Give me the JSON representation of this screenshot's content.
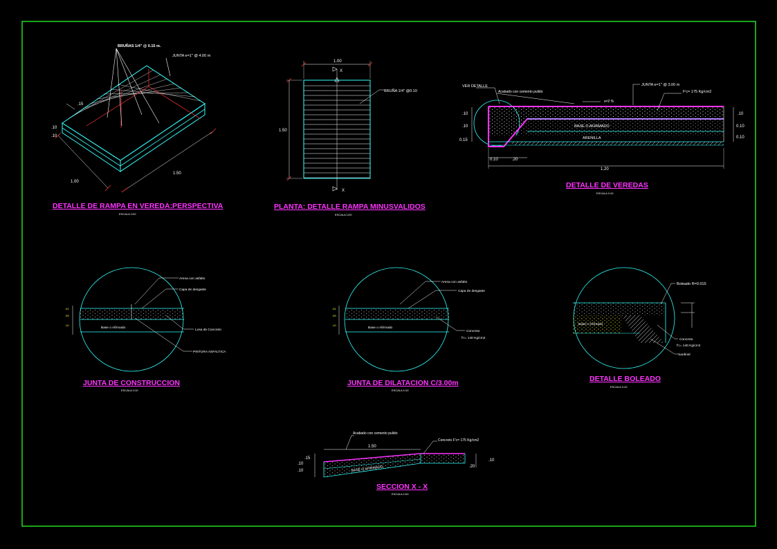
{
  "colors": {
    "background": "#000000",
    "frame": "#22dd22",
    "title": "#ff33ff",
    "cyan": "#33ffff",
    "white": "#ffffff",
    "yellow": "#ffff33",
    "red": "#ff3333",
    "green": "#33ff66"
  },
  "perspective": {
    "title": "DETALLE DE RAMPA EN VEREDA:PERSPECTIVA",
    "scale": "ESCALA 1/20",
    "bruñas": "BRUÑAS 1/4\" @ 0.15 m.",
    "junta": "JUNTA e=1\" @ 4.00 m",
    "dim_15": ".15",
    "dim_10a": ".10",
    "dim_10b": ".10",
    "dim_100": "1.00",
    "dim_150": "1.50"
  },
  "planta": {
    "title": "PLANTA: DETALLE RAMPA MINUSVALIDOS",
    "scale": "ESCALA 1/20",
    "dim_top": "1.00",
    "dim_side": "1.50",
    "bruna": "BRUÑA 1/4\" @0.10",
    "x_top": "X",
    "x_bottom": "X"
  },
  "veredas": {
    "title": "DETALLE DE VEREDAS",
    "scale": "ESCALA 1/10",
    "ver_detalle": "VER DETALLE",
    "acabado": "Acabado con cemento pulido",
    "junta": "JUNTA e=1\" @ 3.00 m",
    "fc": "F'c= 175 Kg/cm2",
    "pendiente": "s=2 %",
    "base": "BASE O AFIRMADO",
    "arenilla": "ARENILLA",
    "dim_l10a": ".10",
    "dim_l10b": ".10",
    "dim_l15": "0.15",
    "dim_r10": ".10",
    "dim_r10b": "0.10",
    "dim_r10c": "0.10",
    "dim_b10": "0.10",
    "dim_b20": ".20",
    "dim_total": "1.20"
  },
  "construccion": {
    "title": "JUNTA DE CONSTRUCCION",
    "scale": "ESCALA 1/10",
    "arena": "Arena con asfalto",
    "capa": "Capa de desgaste",
    "losa": "Losa de Concreto",
    "base": "Base o Afirmado",
    "pintura": "PINTURA ASFALTICA",
    "dim_a": ".01",
    "dim_b": ".09",
    "dim_c": ".10"
  },
  "dilatacion": {
    "title": "JUNTA DE DILATACION C/3.00m",
    "scale": "ESCALA 1/10",
    "arena": "Arena con asfalto",
    "capa": "Capa de desgaste",
    "concreto": "Concreto",
    "fc": "f'c= 140 Kg/cm2",
    "base": "Base o Afirmado",
    "dim_a": ".01",
    "dim_b": ".09",
    "dim_c": ".10"
  },
  "boleado": {
    "title": "DETALLE BOLEADO",
    "scale": "ESCALA 1/10",
    "boleado": "Boleado R=0.015",
    "base": "Base o Afirmado",
    "concreto": "Concreto",
    "fc": "f'c= 140 Kg/cm2",
    "sardinel": "Sardinel"
  },
  "seccion": {
    "title": "SECCION X - X",
    "scale": "ESCALA 1/20",
    "acabado": "Acabado con cemento pulido",
    "concreto": "Concreto  F'c= 175 Kg/cm2",
    "dim_top": "1.50",
    "base": "BASE O AFIRMADO",
    "dim_l15": ".15",
    "dim_l10a": ".10",
    "dim_l10b": ".10",
    "dim_r10": ".10",
    "dim_r20": ".20"
  }
}
